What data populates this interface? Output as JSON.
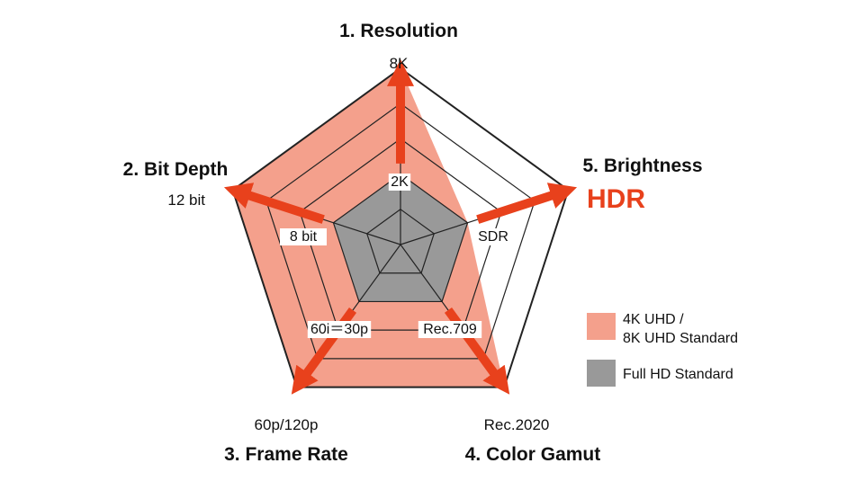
{
  "axes": [
    {
      "title": "1. Resolution",
      "full_hd": "2K",
      "uhd": "8K"
    },
    {
      "title": "5. Brightness",
      "full_hd": "SDR",
      "uhd": "HDR",
      "uhd_highlight": true
    },
    {
      "title": "4. Color Gamut",
      "full_hd": "Rec.709",
      "uhd": "Rec.2020"
    },
    {
      "title": "3. Frame Rate",
      "full_hd": "60i＝30p",
      "uhd": "60p/120p"
    },
    {
      "title": "2. Bit Depth",
      "full_hd": "8 bit",
      "uhd": "12 bit"
    }
  ],
  "legend": [
    {
      "lines": [
        "4K UHD /",
        "8K UHD Standard"
      ],
      "color": "#f4a08c"
    },
    {
      "lines": [
        "Full HD Standard"
      ],
      "color": "#999999"
    }
  ],
  "chart_data": {
    "type": "radar",
    "axes": [
      "1. Resolution",
      "5. Brightness",
      "4. Color Gamut",
      "3. Frame Rate",
      "2. Bit Depth"
    ],
    "rings": 5,
    "series": [
      {
        "name": "4K UHD / 8K UHD Standard",
        "values": [
          5,
          2,
          5,
          5,
          5
        ],
        "color": "#f4a08c"
      },
      {
        "name": "Full HD Standard",
        "values": [
          2,
          2,
          2,
          2,
          2
        ],
        "color": "#999999"
      }
    ],
    "colors": {
      "arrow": "#e8411c",
      "highlight": "#e8411c",
      "grid": "#222222"
    }
  }
}
